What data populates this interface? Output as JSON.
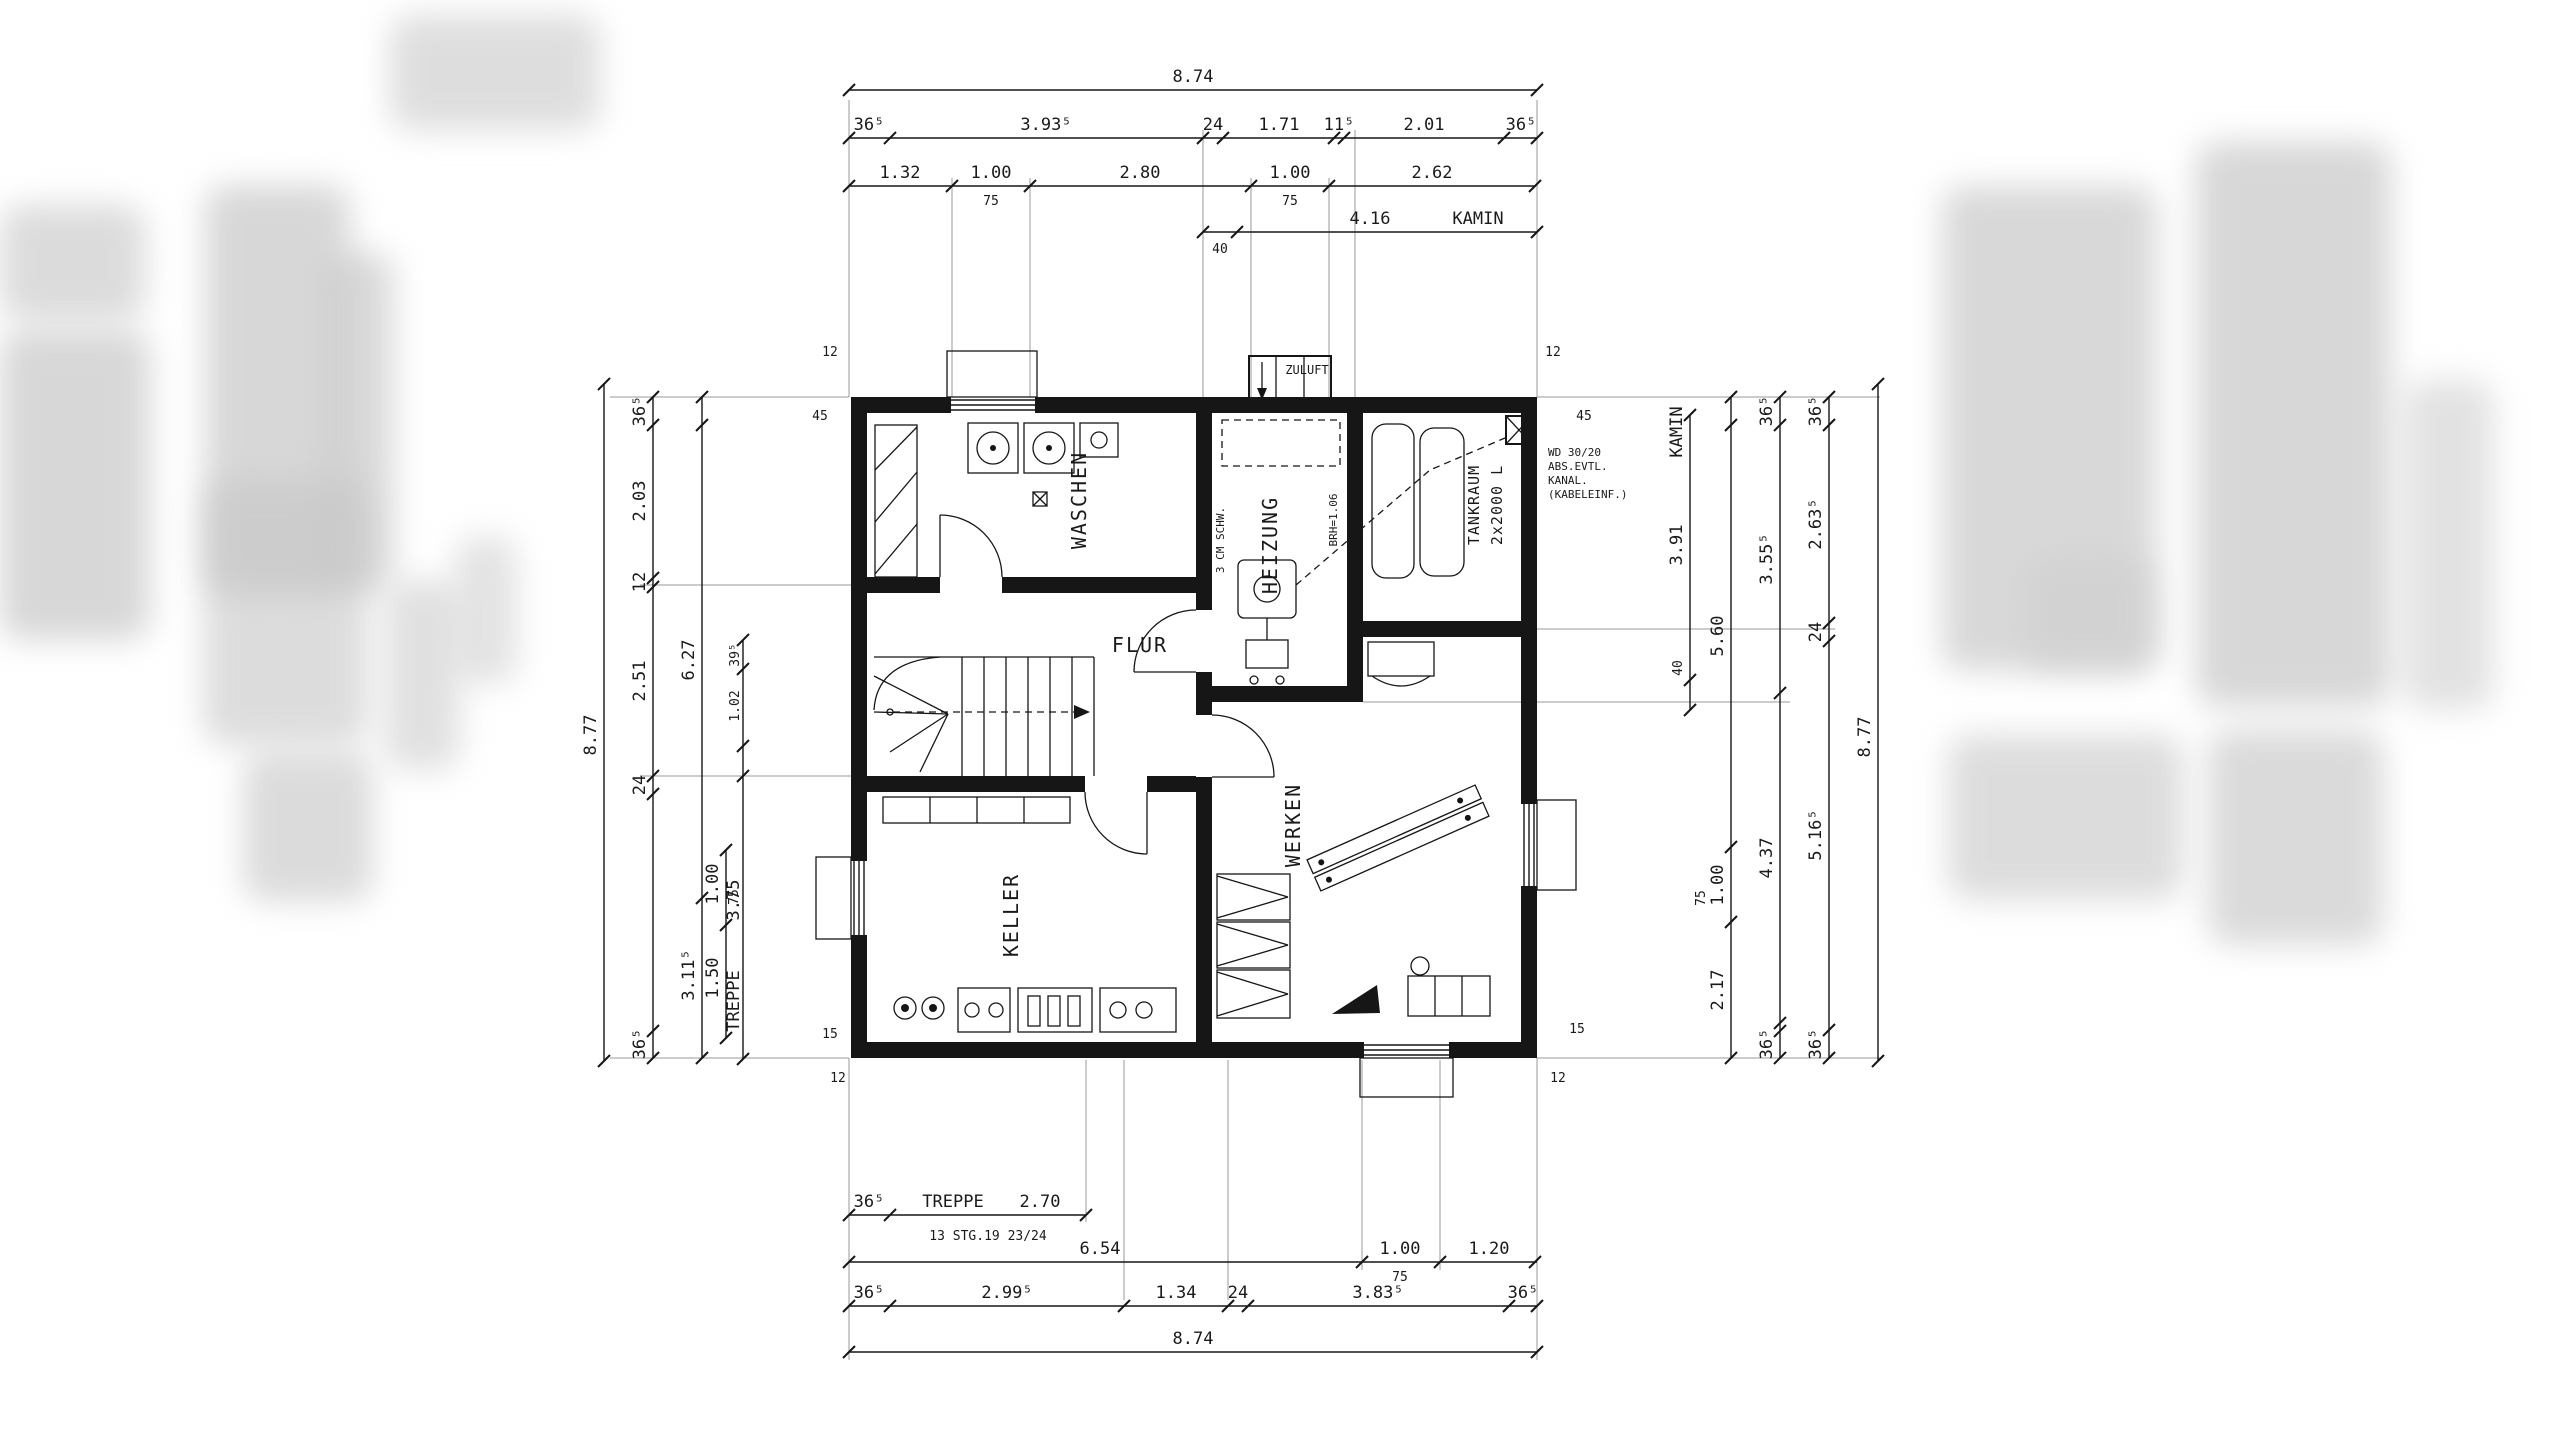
{
  "rooms": {
    "waschen": "WASCHEN",
    "heizung": "HEIZUNG",
    "tankraum_line1": "TANKRAUM",
    "tankraum_line2": "2x2000 L",
    "flur": "FLUR",
    "keller": "KELLER",
    "werken": "WERKEN"
  },
  "annotations": {
    "zuluft": "ZULUFT",
    "brh": "BRH=1.06",
    "schw": "3 CM SCHW.",
    "note_line1": "WD 30/20",
    "note_line2": "ABS.EVTL.",
    "note_line3": "KANAL.",
    "note_line4": "(KABELEINF.)"
  },
  "dim_top": {
    "total": "8.74",
    "chain2": [
      "36⁵",
      "3.93⁵",
      "24",
      "1.71",
      "11⁵",
      "2.01",
      "36⁵"
    ],
    "chain3": [
      "1.32",
      "1.00",
      "2.80",
      "1.00",
      "2.62"
    ],
    "chain3_sub": [
      "75",
      "75"
    ],
    "kamin": {
      "seg": "40",
      "value": "4.16",
      "label": "KAMIN"
    }
  },
  "dim_bottom": {
    "chain1": [
      "36⁵",
      "TREPPE",
      "2.70"
    ],
    "steps": "13 STG.19 23/24",
    "chain2": [
      "6.54",
      "1.00",
      "1.20"
    ],
    "chain2_sub": "75",
    "chain3": [
      "36⁵",
      "2.99⁵",
      "1.34",
      "24",
      "3.83⁵",
      "36⁵"
    ],
    "total": "8.74"
  },
  "dim_left": {
    "total": "8.77",
    "chain2": [
      "36⁵",
      "2.03",
      "12",
      "2.51",
      "24",
      "36⁵"
    ],
    "chain3": [
      "6.27",
      "3.11⁵"
    ],
    "chain3b": [
      "1.00",
      "75",
      "1.50"
    ],
    "chain4": [
      "39⁵",
      "1.02",
      "3.75",
      "TREPPE"
    ]
  },
  "dim_right": {
    "total": "8.77",
    "kamin": {
      "label": "KAMIN",
      "value": "3.91",
      "sub": "40"
    },
    "chain1": [
      "5.60",
      "1.00",
      "75",
      "2.17"
    ],
    "chain2": [
      "36⁵",
      "3.55⁵",
      "4.37",
      "36⁵"
    ],
    "chain3": [
      "36⁵",
      "2.63⁵",
      "24",
      "5.16⁵",
      "36⁵"
    ]
  },
  "corner_marks": {
    "tl_a": "12",
    "tl_b": "45",
    "bl_a": "15",
    "bl_b": "12",
    "tr_a": "12",
    "tr_b": "45",
    "br_a": "15",
    "br_b": "12"
  }
}
